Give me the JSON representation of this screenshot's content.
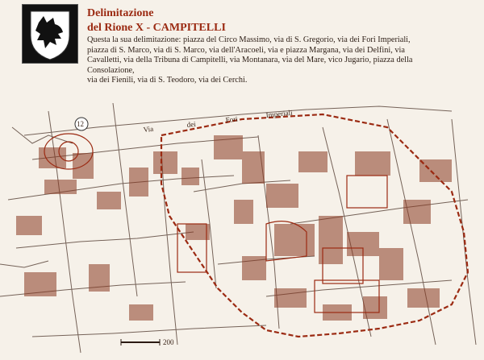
{
  "header": {
    "title_line1": "Delimitazione",
    "title_line2": "del Rione X - CAMPITELLI",
    "crest": "black wolf head on white shield"
  },
  "description": {
    "lines": [
      "Questa la sua delimitazione: piazza del Circo Massimo, via di S. Gregorio,  via dei Fori Imperiali,",
      "piazza di S. Marco, via di S. Marco, via dell'Aracoeli,   via e piazza Margana, via dei Delfini, via",
      "Cavalletti, via della Tribuna di Campitelli,  via Montanara, via del Mare, vico Jugario, piazza della",
      "Consolazione,",
      "via dei Fienili, via di S. Teodoro, via dei Cerchi."
    ]
  },
  "map": {
    "street_labels": [
      "Via",
      "dei",
      "Fori",
      "Imperiali"
    ],
    "marker": "12",
    "scale_label": "200",
    "colors": {
      "boundary": "#9b2a12",
      "streets": "#4a3328",
      "buildings": "#8a3a22",
      "background": "#f6f1e9"
    }
  }
}
